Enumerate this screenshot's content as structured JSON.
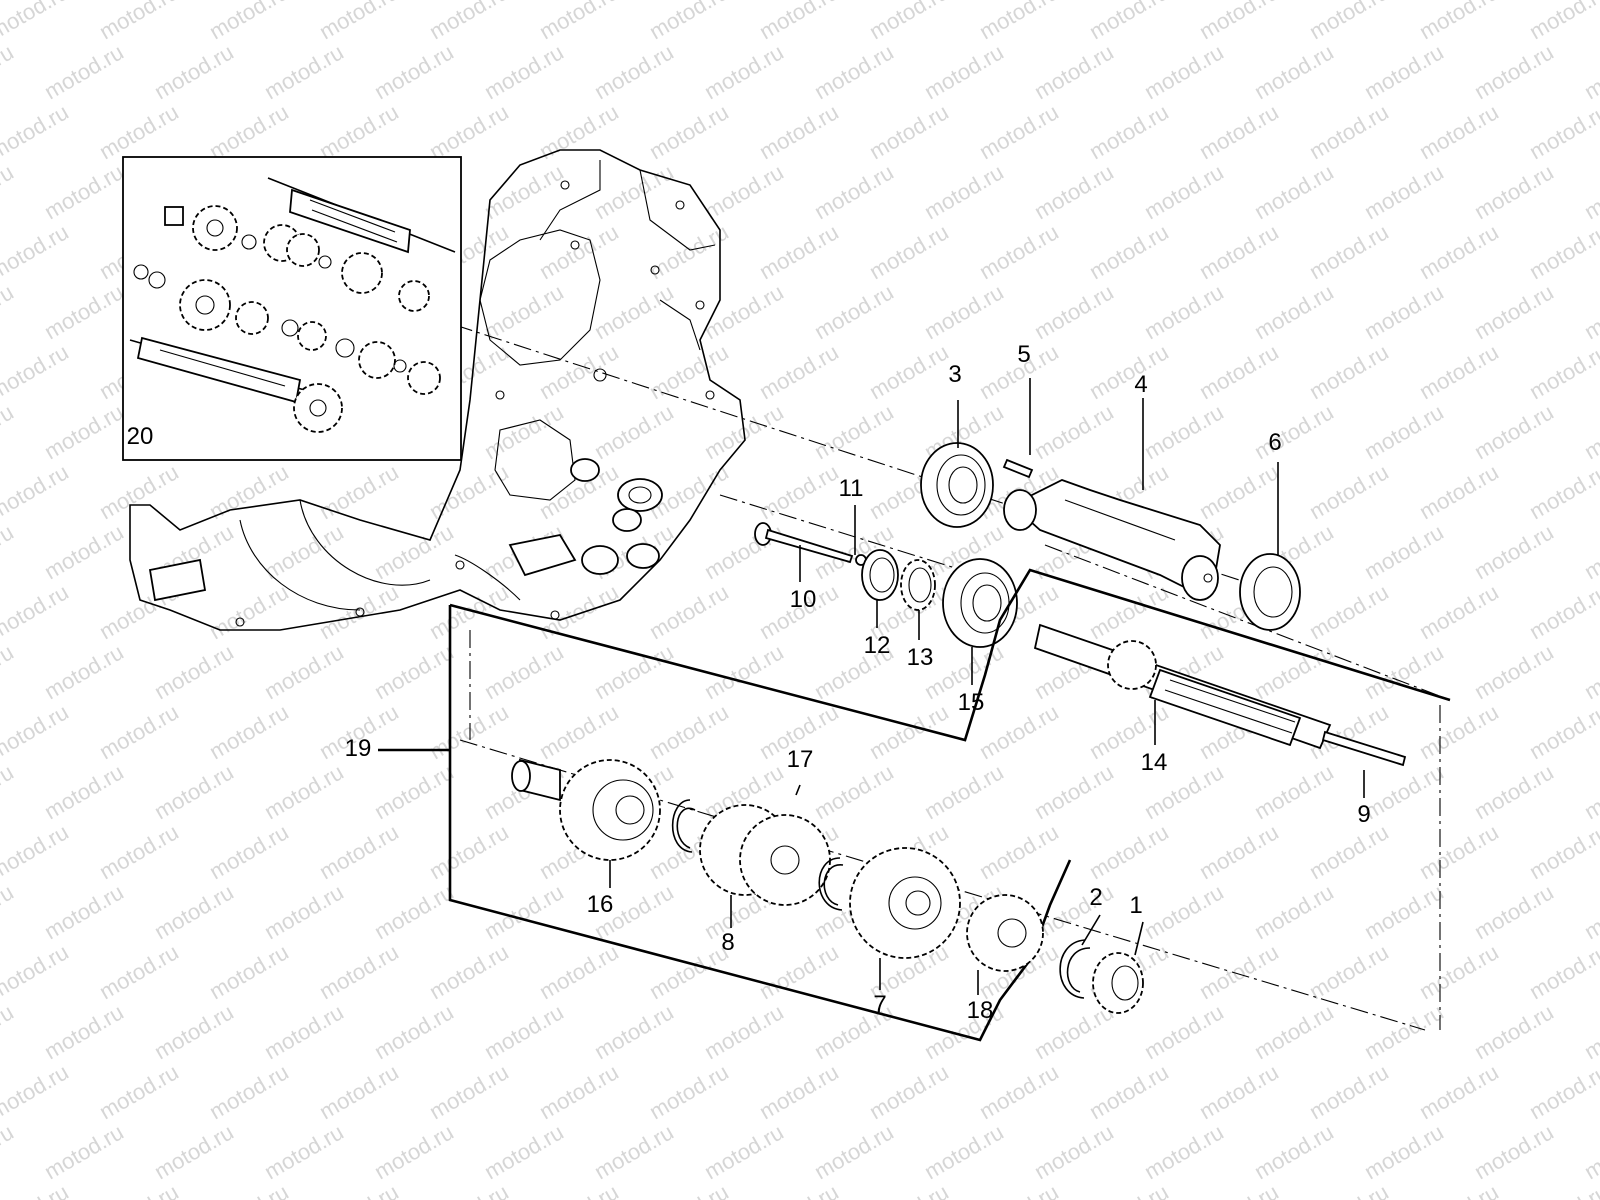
{
  "watermark": "motod.ru",
  "callouts": {
    "c1": "1",
    "c2": "2",
    "c3": "3",
    "c4": "4",
    "c5": "5",
    "c6": "6",
    "c7": "7",
    "c8": "8",
    "c9": "9",
    "c10": "10",
    "c11": "11",
    "c12": "12",
    "c13": "13",
    "c14": "14",
    "c15": "15",
    "c16": "16",
    "c17": "17",
    "c18": "18",
    "c19": "19",
    "c20": "20"
  },
  "colors": {
    "line": "#000000",
    "watermark": "#d6d6d6",
    "background": "#ffffff"
  }
}
